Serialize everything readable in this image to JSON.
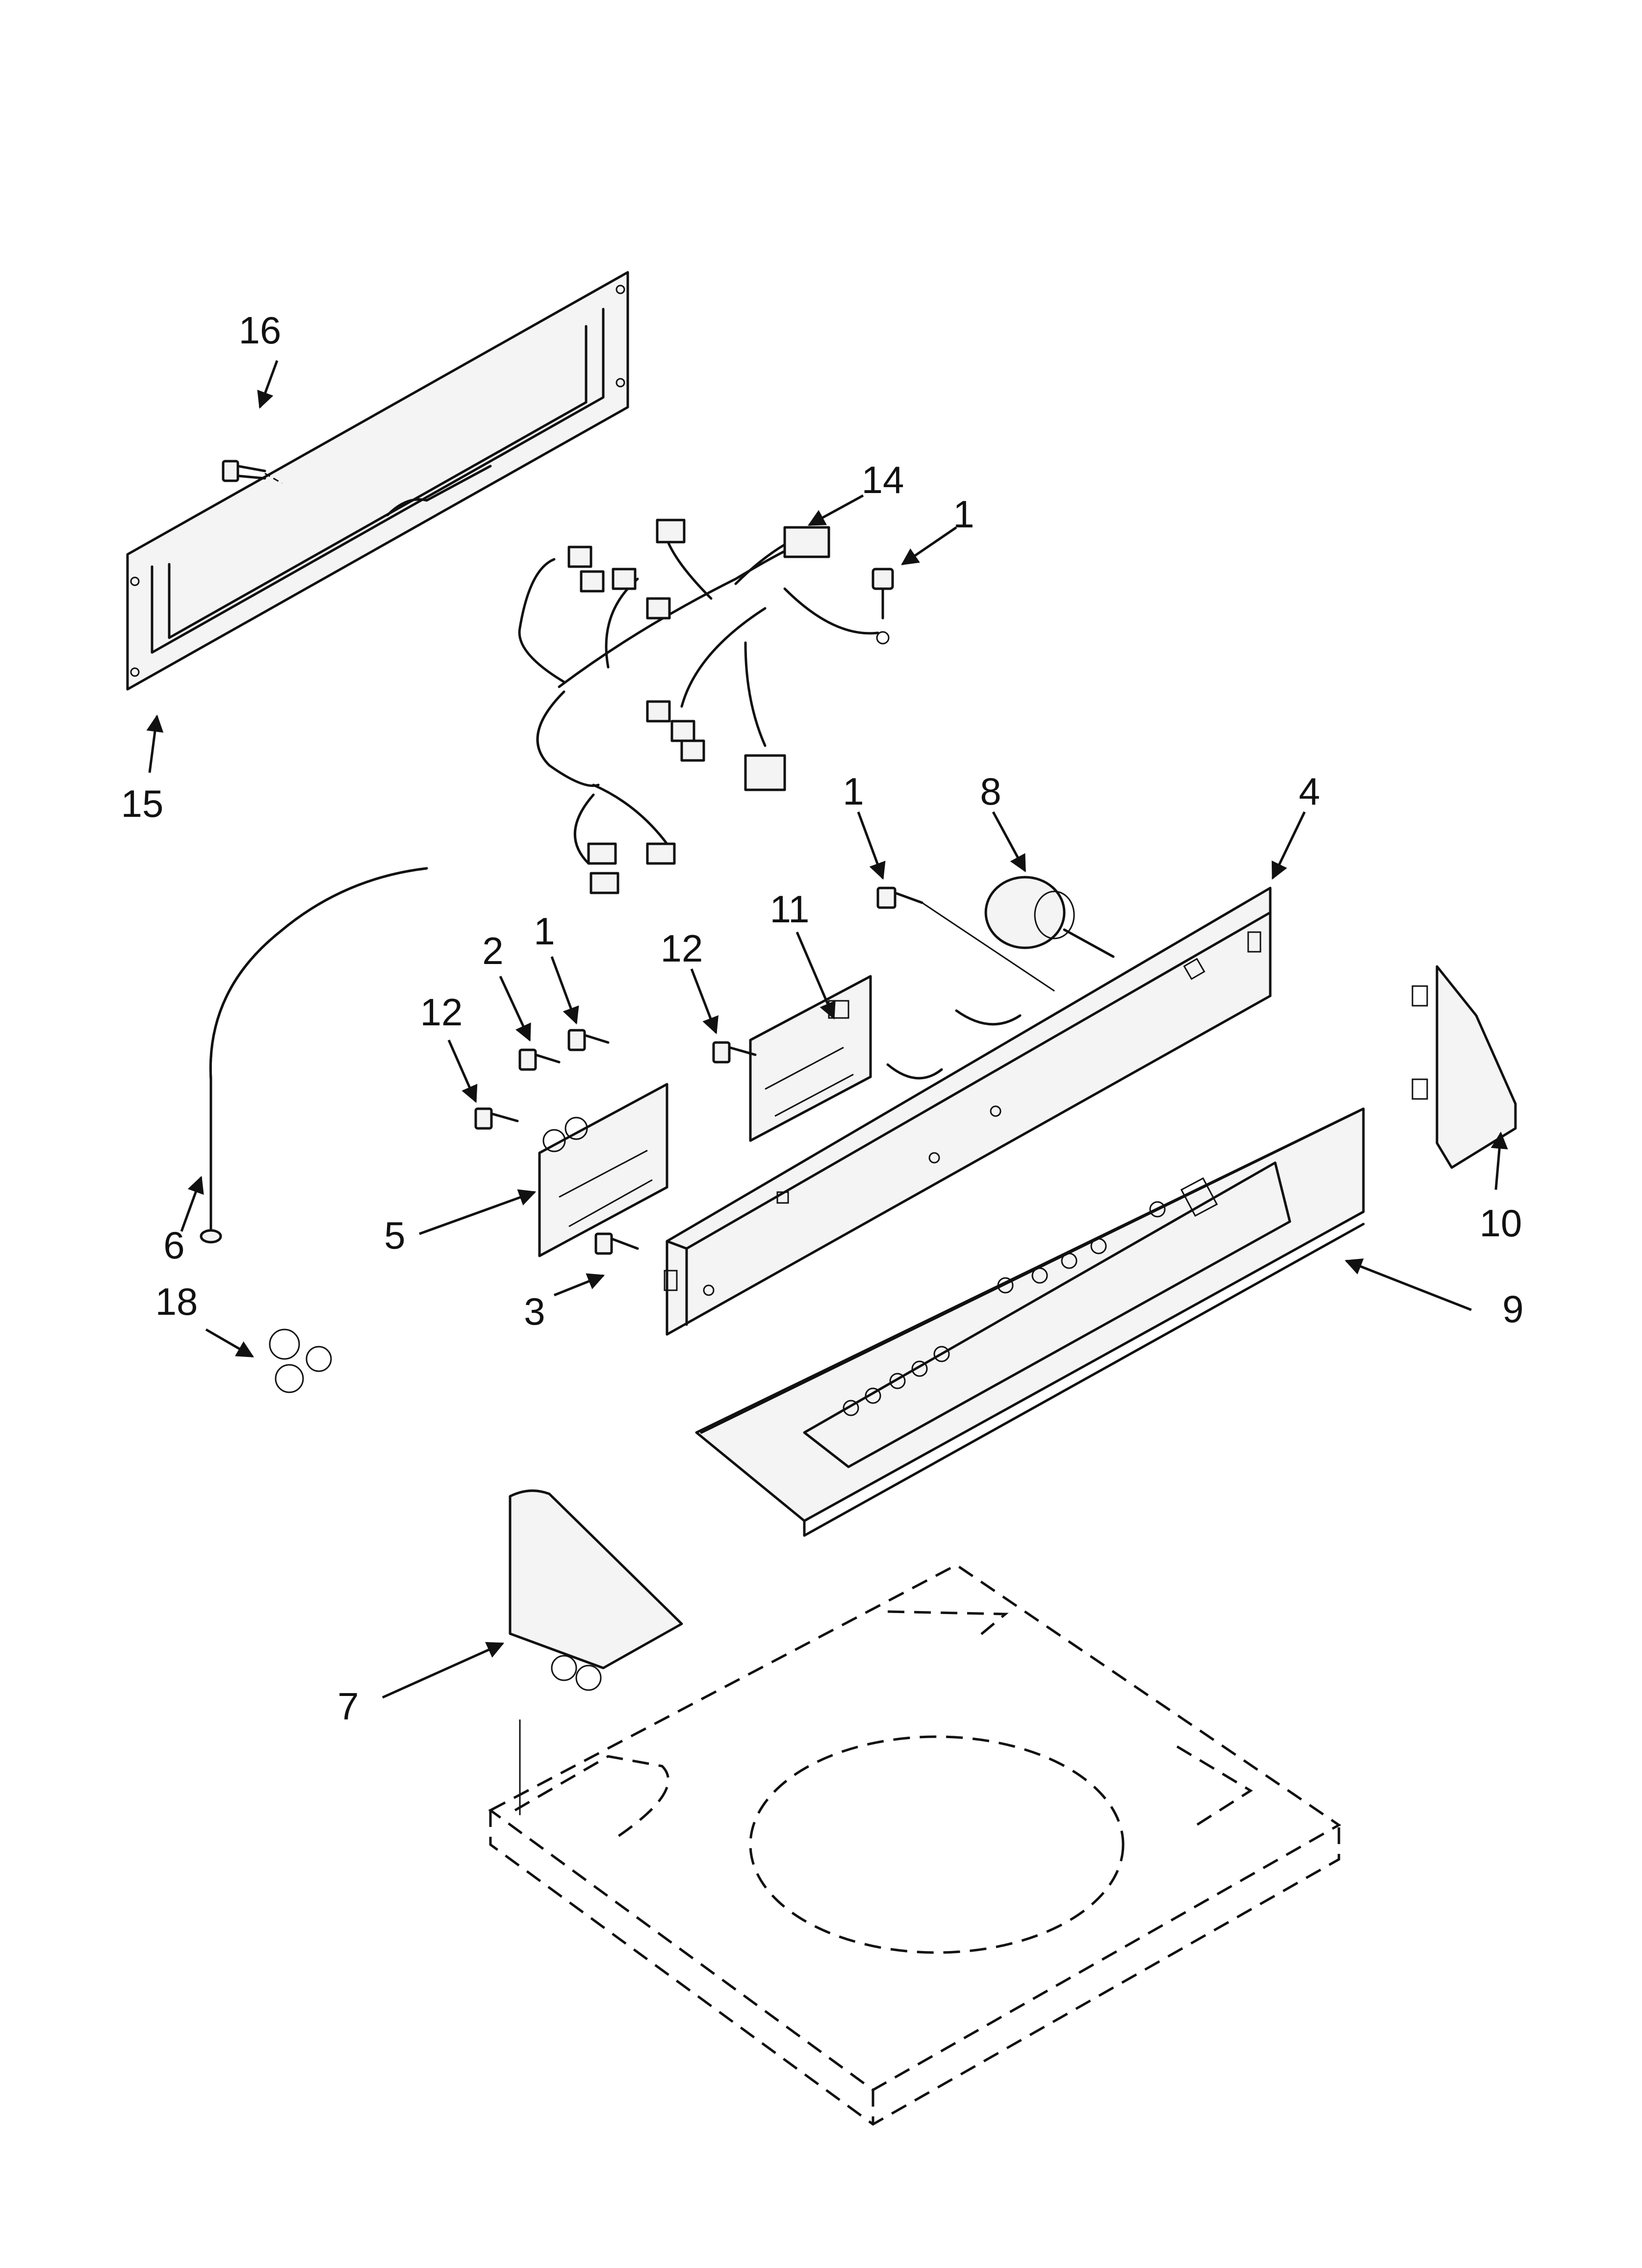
{
  "diagram": {
    "callouts": [
      {
        "id": "c16",
        "text": "16"
      },
      {
        "id": "c15",
        "text": "15"
      },
      {
        "id": "c14",
        "text": "14"
      },
      {
        "id": "c1a",
        "text": "1"
      },
      {
        "id": "c1b",
        "text": "1"
      },
      {
        "id": "c8",
        "text": "8"
      },
      {
        "id": "c4",
        "text": "4"
      },
      {
        "id": "c12a",
        "text": "12"
      },
      {
        "id": "c11",
        "text": "11"
      },
      {
        "id": "c2",
        "text": "2"
      },
      {
        "id": "c1c",
        "text": "1"
      },
      {
        "id": "c12b",
        "text": "12"
      },
      {
        "id": "c5",
        "text": "5"
      },
      {
        "id": "c3",
        "text": "3"
      },
      {
        "id": "c9",
        "text": "9"
      },
      {
        "id": "c10",
        "text": "10"
      },
      {
        "id": "c6",
        "text": "6"
      },
      {
        "id": "c18",
        "text": "18"
      },
      {
        "id": "c7",
        "text": "7"
      }
    ],
    "colors": {
      "line": "#111111",
      "background": "#ffffff",
      "part_fill": "#f4f4f4"
    }
  }
}
